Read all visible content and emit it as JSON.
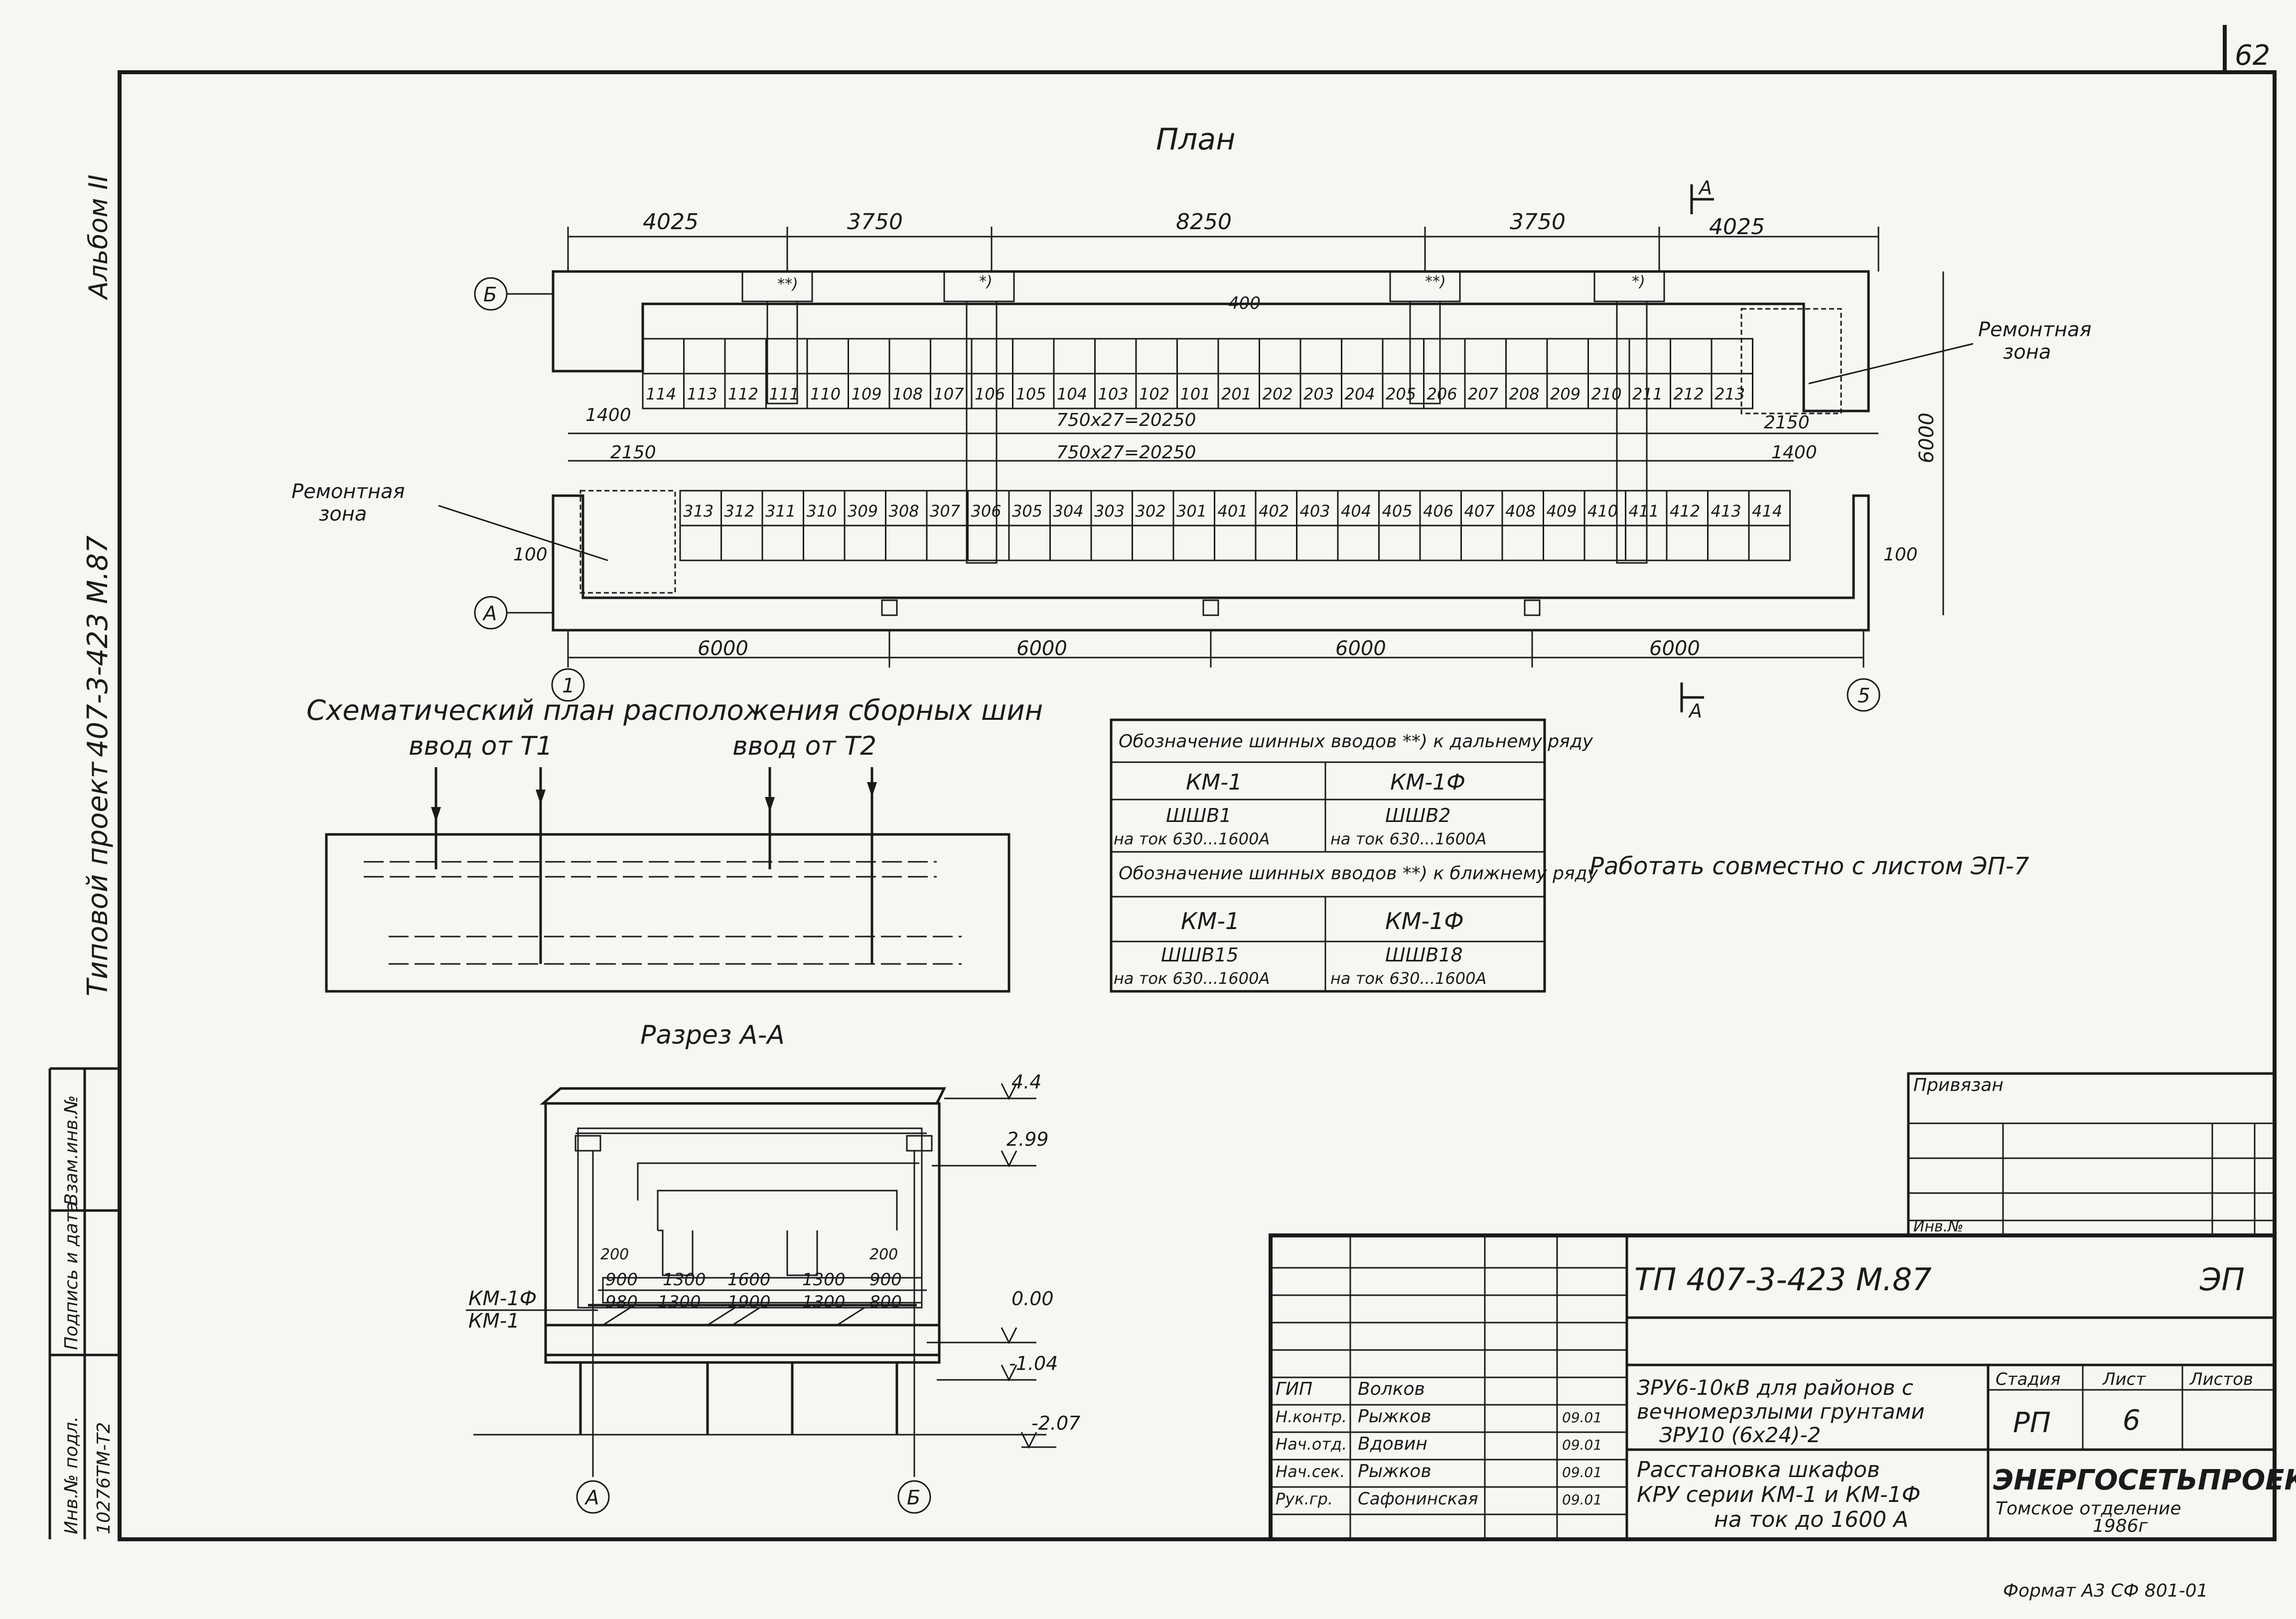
{
  "sheet_number": "62",
  "plan": {
    "title": "План",
    "top_dims": [
      "4025",
      "3750",
      "8250",
      "3750",
      "4025"
    ],
    "dim_400": "400",
    "dim_1400_left": "1400",
    "dim_2150_right": "2150",
    "dim_2150_left": "2150",
    "dim_1400_right": "1400",
    "dim_6000_vertical": "6000",
    "dim_100_left": "100",
    "dim_100_right": "100",
    "row_span_top": "750x27=20250",
    "row_span_bottom": "750x27=20250",
    "bottom_dims": [
      "6000",
      "6000",
      "6000",
      "6000"
    ],
    "axis_B": "Б",
    "axis_A": "А",
    "axis_1": "1",
    "axis_5": "5",
    "section_mark": "А",
    "repair_zone_right": [
      "Ремонтная",
      "зона"
    ],
    "repair_zone_left": [
      "Ремонтная",
      "зона"
    ],
    "star2": "**)",
    "star1": "*)",
    "top_row_cells": [
      "114",
      "113",
      "112",
      "111",
      "110",
      "109",
      "108",
      "107",
      "106",
      "105",
      "104",
      "103",
      "102",
      "101",
      "201",
      "202",
      "203",
      "204",
      "205",
      "206",
      "207",
      "208",
      "209",
      "210",
      "211",
      "212",
      "213"
    ],
    "bottom_row_cells": [
      "313",
      "312",
      "311",
      "310",
      "309",
      "308",
      "307",
      "306",
      "305",
      "304",
      "303",
      "302",
      "301",
      "401",
      "402",
      "403",
      "404",
      "405",
      "406",
      "407",
      "408",
      "409",
      "410",
      "411",
      "412",
      "413",
      "414"
    ]
  },
  "schematic": {
    "title": "Схематический план расположения сборных шин",
    "input_t1": "ввод от Т1",
    "input_t2": "ввод от Т2"
  },
  "bus_table": {
    "header_far": "Обозначение шинных вводов **) к дальнему ряду",
    "header_near": "Обозначение шинных вводов **) к ближнему ряду",
    "col1": "КМ-1",
    "col2": "КМ-1Ф",
    "far_code1": "ШШВ1",
    "far_code2": "ШШВ2",
    "far_range1": "на ток 630...1600А",
    "far_range2": "на ток 630...1600А",
    "near_code1": "ШШВ15",
    "near_code2": "ШШВ18",
    "near_range1": "на ток 630...1600А",
    "near_range2": "на ток 630...1600А"
  },
  "note": "Работать совместно с листом ЭП-7",
  "section": {
    "title": "Разрез А-А",
    "lev_44": "4.4",
    "lev_299": "2.99",
    "lev_000": "0.00",
    "lev_104": "-1.04",
    "lev_207": "-2.07",
    "km1f": "КМ-1Ф",
    "km1": "КМ-1",
    "dims_top": [
      "900",
      "1300",
      "1600",
      "1300",
      "900"
    ],
    "dims_bot": [
      "980",
      "1300",
      "1900",
      "1300",
      "800"
    ],
    "dim_200a": "200",
    "dim_200b": "200",
    "axis_A": "А",
    "axis_B": "Б"
  },
  "left_margin": {
    "album": "Альбом II",
    "project_label": "Типовой проект",
    "project_code": "407-3-423 М.87",
    "inv_orig": "Инв.№ подл.",
    "sign_date": "Подпись и дата",
    "vzam_inv": "Взам.инв.№",
    "orig_number": "10276ТМ-Т2"
  },
  "title_block": {
    "privyazan": "Привязан",
    "inv_no": "Инв.№",
    "code": "ТП 407-3-423 М.87",
    "section_code": "ЭП",
    "description": [
      "ЗРУ6-10кВ для районов с",
      "вечномерзлыми грунтами",
      "ЗРУ10 (6х24)-2"
    ],
    "sheet_title": [
      "Расстановка шкафов",
      "КРУ серии КМ-1 и КМ-1Ф",
      "на ток до 1600 А"
    ],
    "stage_label": "Стадия",
    "sheet_label": "Лист",
    "sheets_label": "Листов",
    "stage": "РП",
    "sheet": "6",
    "org": "ЭНЕРГОСЕТЬПРОЕКТ",
    "org_branch": "Томское отделение",
    "year": "1986г",
    "staff": [
      {
        "role": "ГИП",
        "name": "Волков",
        "date": ""
      },
      {
        "role": "Н.контр.",
        "name": "Рыжков",
        "date": "09.01"
      },
      {
        "role": "Нач.отд.",
        "name": "Вдовин",
        "date": "09.01"
      },
      {
        "role": "Нач.сек.",
        "name": "Рыжков",
        "date": "09.01"
      },
      {
        "role": "Рук.гр.",
        "name": "Сафонинская",
        "date": "09.01"
      }
    ]
  },
  "format_note": "Формат А3   СФ 801-01"
}
